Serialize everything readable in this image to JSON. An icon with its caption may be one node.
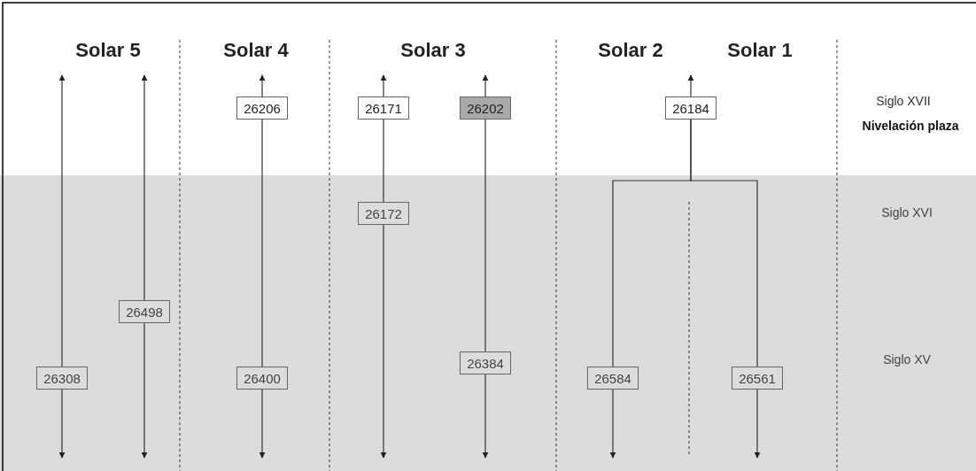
{
  "diagram": {
    "nodes": [
      {
        "text": [
          "26206"
        ]
      },
      {
        "text": [
          "26171"
        ]
      },
      {
        "text": [
          "26202"
        ]
      },
      {
        "text": [
          "26184"
        ]
      },
      {
        "text": [
          "26172"
        ]
      },
      {
        "text": [
          "26498"
        ]
      },
      {
        "text": [
          "26384"
        ]
      },
      {
        "text": [
          "26308"
        ]
      },
      {
        "text": [
          "26400"
        ]
      },
      {
        "text": [
          "26584"
        ]
      },
      {
        "text": [
          "26561"
        ]
      }
    ],
    "edges": [
      {
        "from": 7,
        "to": null,
        "arrow": "to"
      },
      {
        "from": 7,
        "to": null,
        "arrow": "to"
      },
      {
        "from": 5,
        "to": null,
        "arrow": "to"
      },
      {
        "from": 5,
        "to": null,
        "arrow": "to"
      },
      {
        "from": 0,
        "to": null,
        "arrow": "to"
      },
      {
        "from": 0,
        "to": 8,
        "arrow": "none"
      },
      {
        "from": 8,
        "to": null,
        "arrow": "to"
      },
      {
        "from": 1,
        "to": null,
        "arrow": "to"
      },
      {
        "from": 1,
        "to": 4,
        "arrow": "none"
      },
      {
        "from": 4,
        "to": null,
        "arrow": "to"
      },
      {
        "from": 2,
        "to": null,
        "arrow": "to"
      },
      {
        "from": 2,
        "to": 6,
        "arrow": "none"
      },
      {
        "from": 6,
        "to": null,
        "arrow": "to"
      },
      {
        "from": 3,
        "to": null,
        "arrow": "to"
      },
      {
        "from": 3,
        "to": 9,
        "arrow": "none"
      },
      {
        "from": 3,
        "to": 10,
        "arrow": "none"
      },
      {
        "from": 9,
        "to": null,
        "arrow": "to"
      },
      {
        "from": 10,
        "to": null,
        "arrow": "to"
      }
    ],
    "labels": [
      "Solar 5",
      "Solar 4",
      "Solar 3",
      "Solar 2",
      "Solar 1",
      "Siglo XVII",
      "Nivelación plaza",
      "Siglo XVI",
      "Siglo XV"
    ]
  }
}
